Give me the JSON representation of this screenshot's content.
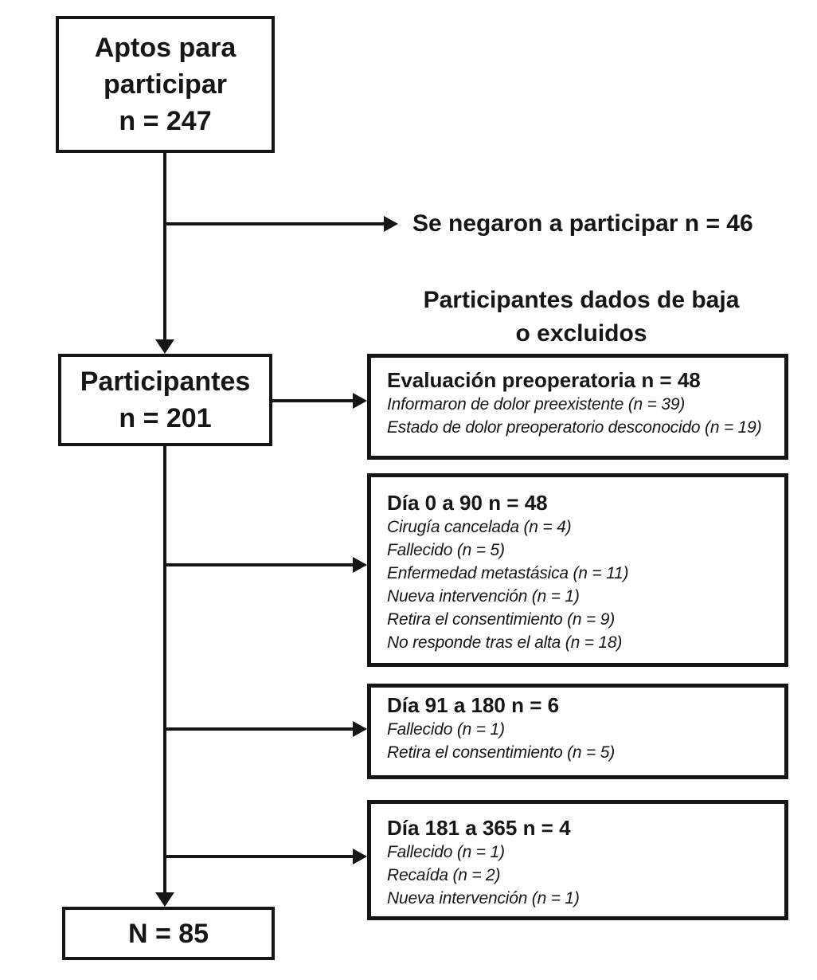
{
  "diagram": {
    "colors": {
      "ink": "#161616",
      "background": "#ffffff"
    },
    "boxes": {
      "eligible": {
        "lines": [
          "Aptos para",
          "participar",
          "n = 247"
        ]
      },
      "participants": {
        "lines": [
          "Participantes",
          "n = 201"
        ]
      },
      "final": {
        "label": "N = 85"
      }
    },
    "refused_label": "Se negaron a participar n = 46",
    "exclusions_heading": {
      "lines": [
        "Participantes dados de baja",
        "o excluidos"
      ]
    },
    "exclusion_boxes": [
      {
        "title": "Evaluación preoperatoria n = 48",
        "items": [
          "Informaron de dolor preexistente (n = 39)",
          "Estado de dolor preoperatorio desconocido (n = 19)"
        ]
      },
      {
        "title": "Día 0 a 90 n = 48",
        "items": [
          "Cirugía cancelada (n = 4)",
          "Fallecido (n = 5)",
          "Enfermedad metastásica (n = 11)",
          "Nueva intervención (n = 1)",
          "Retira el consentimiento (n = 9)",
          "No responde tras el alta (n = 18)"
        ]
      },
      {
        "title": "Día 91 a 180 n = 6",
        "items": [
          "Fallecido (n = 1)",
          "Retira el consentimiento (n = 5)"
        ]
      },
      {
        "title": "Día 181 a 365 n = 4",
        "items": [
          "Fallecido (n = 1)",
          "Recaída (n = 2)",
          "Nueva intervención (n = 1)"
        ]
      }
    ]
  }
}
